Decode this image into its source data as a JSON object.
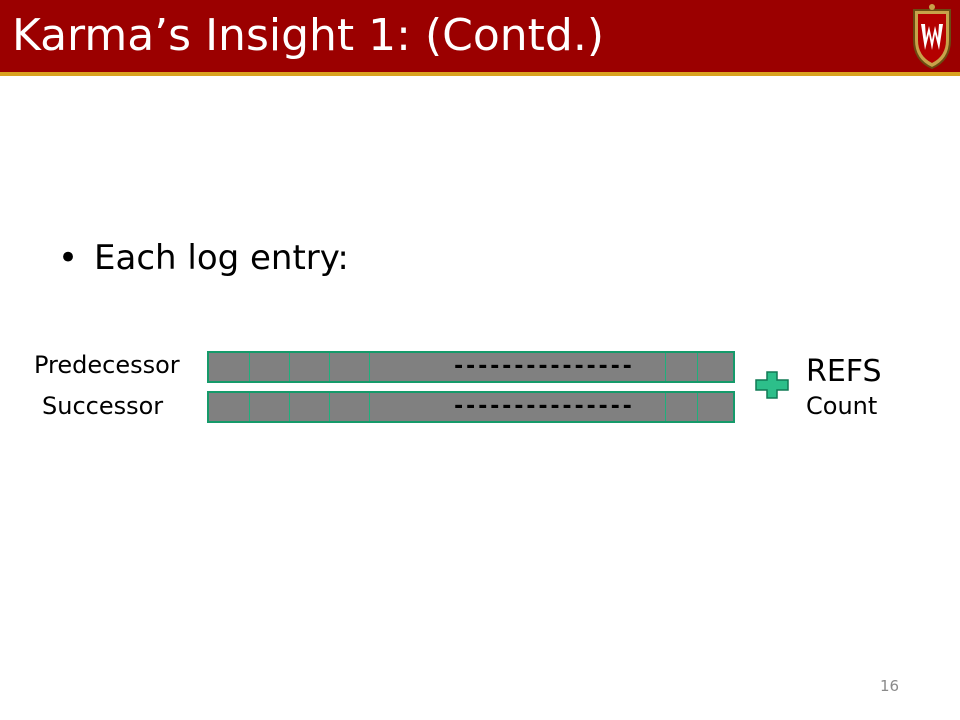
{
  "slide": {
    "title": "Karma’s Insight 1: (Contd.)",
    "bullet": "Each log entry:",
    "page_number": "16"
  },
  "diagram": {
    "rows": [
      {
        "label": "Predecessor",
        "dashes": "---------------"
      },
      {
        "label": "Successor",
        "dashes": "---------------"
      }
    ],
    "operator_icon": "plus-icon",
    "refs_label": "REFS",
    "count_label": "Count"
  },
  "colors": {
    "title_bar": "#9b0000",
    "title_underline": "#d9a21f",
    "entry_fill": "#808080",
    "entry_border": "#159a6a",
    "plus_fill": "#2dbf8a"
  }
}
